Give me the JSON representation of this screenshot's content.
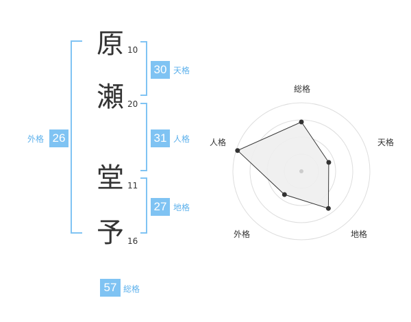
{
  "name": {
    "chars": [
      {
        "char": "原",
        "strokes": "10"
      },
      {
        "char": "瀬",
        "strokes": "20"
      },
      {
        "char": "堂",
        "strokes": "11"
      },
      {
        "char": "予",
        "strokes": "16"
      }
    ]
  },
  "kakusu": {
    "tenkaku": {
      "label": "天格",
      "value": "30"
    },
    "jinkaku": {
      "label": "人格",
      "value": "31"
    },
    "chikaku": {
      "label": "地格",
      "value": "27"
    },
    "gaikaku": {
      "label": "外格",
      "value": "26"
    },
    "soukaku": {
      "label": "総格",
      "value": "57"
    }
  },
  "colors": {
    "accent": "#7fc3f3",
    "label_text": "#5db1ec",
    "ring": "#dddddd",
    "polygon_fill": "#eeeeee",
    "polygon_stroke": "#333333"
  },
  "chart_data": {
    "type": "radar",
    "axes": [
      "総格",
      "天格",
      "地格",
      "外格",
      "人格"
    ],
    "values": [
      0.72,
      0.42,
      0.67,
      0.42,
      0.98
    ],
    "range": [
      0,
      1
    ],
    "rings": 4,
    "grid": true
  }
}
